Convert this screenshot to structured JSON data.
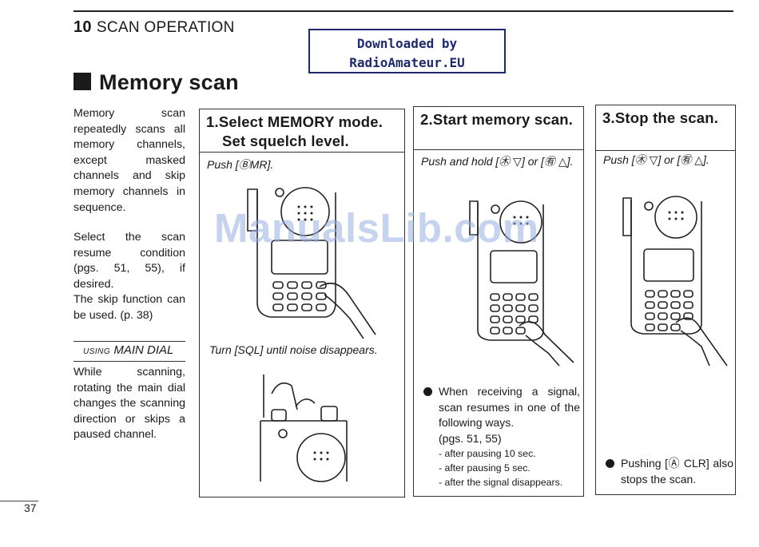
{
  "header": {
    "chapter_number": "10",
    "chapter_title": "SCAN OPERATION"
  },
  "download_box": {
    "line1": "Downloaded by",
    "line2": "RadioAmateur.EU"
  },
  "section_title": "Memory scan",
  "sidebar": {
    "para1": "Memory scan repeatedly scans all memory channels, except masked channels and skip memory channels in sequence.",
    "para2": "Select the scan resume condition (pgs. 51, 55), if desired.",
    "para3": "The skip function can be used. (p. 38)",
    "dial_heading_prefix": "USING",
    "dial_heading": "MAIN DIAL",
    "para4": "While scanning, rotating the main dial changes the scanning direction or skips a paused channel."
  },
  "panels": [
    {
      "title_line1": "1.Select MEMORY mode.",
      "title_line2": "Set squelch level.",
      "instruction": "Push [ⒷMR].",
      "instruction2": "Turn [SQL] until noise disappears."
    },
    {
      "title_line1": "2.Start memory scan.",
      "instruction": "Push and hold [㊍ ▽] or [㊒ △].",
      "note": "When receiving a signal, scan resumes in one of the following ways.",
      "note_ref": "(pgs. 51, 55)",
      "subitems": [
        "- after pausing 10 sec.",
        "- after pausing 5 sec.",
        "- after the signal disappears."
      ]
    },
    {
      "title_line1": "3.Stop the scan.",
      "instruction": "Push [㊍ ▽] or [㊒ △].",
      "note": "Pushing [Ⓐ CLR] also stops the scan."
    }
  ],
  "watermark": "ManualsLib.com",
  "page_number": "37"
}
